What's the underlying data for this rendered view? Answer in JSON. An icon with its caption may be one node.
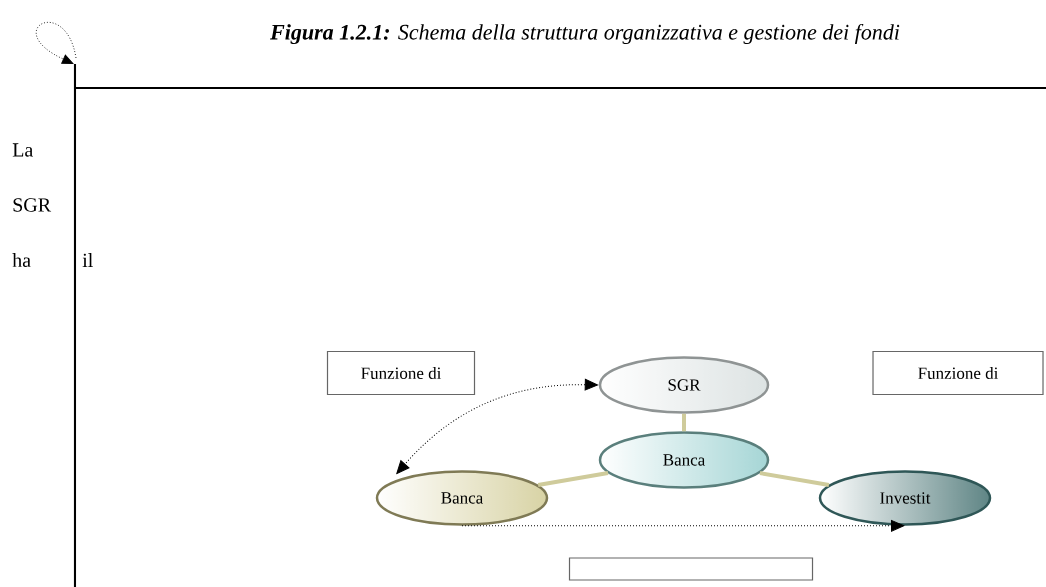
{
  "diagram": {
    "title": "**Figura 1.2.1:** Schema della struttura organizzativa e gestione dei fondi",
    "nodes": [
      {
        "text": [
          "Funzione di"
        ]
      },
      {
        "text": [
          "SGR"
        ]
      },
      {
        "text": [
          "Funzione di"
        ]
      },
      {
        "text": [
          "Banca"
        ]
      },
      {
        "text": [
          "Banca"
        ]
      },
      {
        "text": [
          "Investit"
        ]
      },
      {
        "text": [],
        "shape": "box"
      }
    ],
    "edges": [
      {
        "from": 1,
        "to": 3,
        "arrow": "none"
      },
      {
        "from": 3,
        "to": 4,
        "arrow": "none"
      },
      {
        "from": 3,
        "to": 5,
        "arrow": "none"
      },
      {
        "from": 1,
        "to": 4,
        "arrow": "both",
        "style": "dashed",
        "color": "#000000"
      },
      {
        "from": 4,
        "to": 5,
        "arrow": "to",
        "style": "dashed",
        "color": "#000000"
      }
    ],
    "labels": [
      "La",
      "SGR",
      "ha",
      "il"
    ]
  }
}
